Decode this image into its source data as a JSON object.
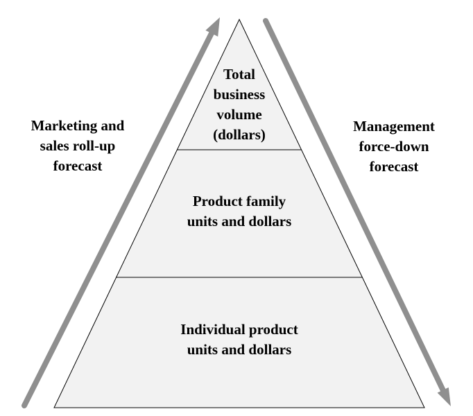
{
  "diagram": {
    "type": "pyramid-forecast-diagram",
    "background": "#ffffff",
    "text_color": "#000000",
    "pyramid": {
      "fill": "#f2f2f2",
      "stroke": "#000000",
      "tiers": [
        {
          "level": 1,
          "label": "Total\nbusiness\nvolume\n(dollars)"
        },
        {
          "level": 2,
          "label": "Product family\nunits and dollars"
        },
        {
          "level": 3,
          "label": "Individual product\nunits and dollars"
        }
      ]
    },
    "left_arrow": {
      "label": "Marketing and\nsales roll-up\nforecast",
      "direction": "up",
      "color": "#8f8f8f"
    },
    "right_arrow": {
      "label": "Management\nforce-down\nforecast",
      "direction": "down",
      "color": "#8f8f8f"
    }
  }
}
